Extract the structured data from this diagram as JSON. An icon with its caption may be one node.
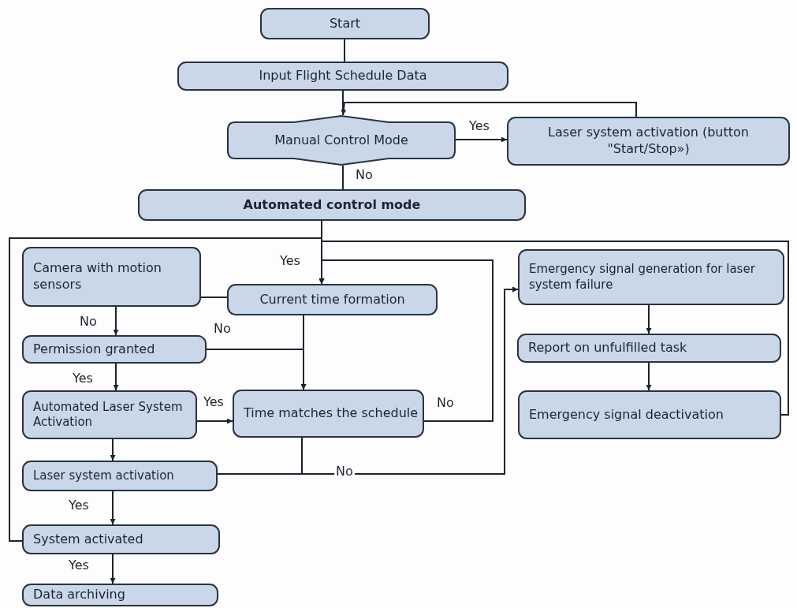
{
  "diagram": {
    "nodes": [
      {
        "text": [
          "Start"
        ]
      },
      {
        "text": [
          "Input Flight Schedule Data"
        ]
      },
      {
        "text": [
          "Manual Control Mode"
        ]
      },
      {
        "text": [
          "Laser system activation (button \"Start/Stop»)"
        ]
      },
      {
        "text": [
          "Automated control mode"
        ]
      },
      {
        "text": [
          "Camera with motion sensors"
        ]
      },
      {
        "text": [
          "Current time formation"
        ]
      },
      {
        "text": [
          "Permission granted"
        ]
      },
      {
        "text": [
          "Automated Laser System Activation"
        ]
      },
      {
        "text": [
          "Time matches the schedule"
        ]
      },
      {
        "text": [
          "Laser system activation"
        ]
      },
      {
        "text": [
          "System activated"
        ]
      },
      {
        "text": [
          "Data archiving"
        ]
      },
      {
        "text": [
          "Emergency signal generation for laser system failure"
        ]
      },
      {
        "text": [
          "Report on unfulfilled task"
        ]
      },
      {
        "text": [
          "Emergency signal deactivation"
        ]
      }
    ],
    "edges": [
      {
        "from": 0,
        "to": 1,
        "arrow": "none"
      },
      {
        "from": 1,
        "to": 2,
        "arrow": "none"
      },
      {
        "from": 2,
        "to": 3,
        "arrow": "to",
        "label": "Yes"
      },
      {
        "from": 3,
        "to": 2,
        "arrow": "to"
      },
      {
        "from": 2,
        "to": 4,
        "arrow": "none",
        "label": "No"
      },
      {
        "from": 4,
        "to": 6,
        "arrow": "to",
        "label": "Yes"
      },
      {
        "from": 11,
        "to": 6,
        "arrow": "to"
      },
      {
        "from": 15,
        "to": 6,
        "arrow": "to"
      },
      {
        "from": 9,
        "to": 6,
        "arrow": "to",
        "label": "No"
      },
      {
        "from": 5,
        "to": 6,
        "arrow": "none"
      },
      {
        "from": 5,
        "to": 7,
        "arrow": "to",
        "label": "No"
      },
      {
        "from": 6,
        "to": 9,
        "arrow": "to"
      },
      {
        "from": 7,
        "to": 9,
        "arrow": "to",
        "label": "No"
      },
      {
        "from": 7,
        "to": 8,
        "arrow": "to",
        "label": "Yes"
      },
      {
        "from": 8,
        "to": 9,
        "arrow": "to",
        "label": "Yes"
      },
      {
        "from": 8,
        "to": 10,
        "arrow": "to"
      },
      {
        "from": 9,
        "to": 13,
        "arrow": "to"
      },
      {
        "from": 10,
        "to": 13,
        "arrow": "to",
        "label": "No"
      },
      {
        "from": 10,
        "to": 11,
        "arrow": "to",
        "label": "Yes"
      },
      {
        "from": 11,
        "to": 12,
        "arrow": "to",
        "label": "Yes"
      },
      {
        "from": 13,
        "to": 14,
        "arrow": "to"
      },
      {
        "from": 14,
        "to": 15,
        "arrow": "to"
      }
    ]
  }
}
